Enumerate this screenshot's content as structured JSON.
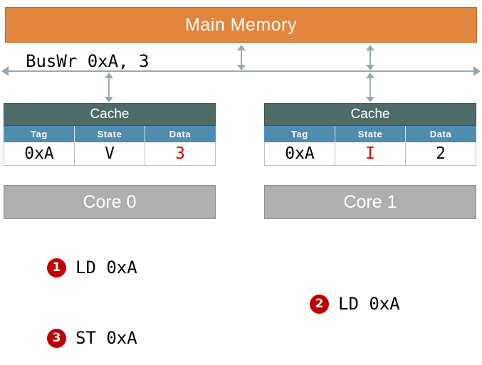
{
  "memory": {
    "label": "Main Memory"
  },
  "bus": {
    "label": "BusWr 0xA, 3"
  },
  "caches": [
    {
      "title": "Cache",
      "headers": [
        "Tag",
        "State",
        "Data"
      ],
      "row": {
        "tag": "0xA",
        "state": "V",
        "data": "3"
      }
    },
    {
      "title": "Cache",
      "headers": [
        "Tag",
        "State",
        "Data"
      ],
      "row": {
        "tag": "0xA",
        "state": "I",
        "data": "2"
      }
    }
  ],
  "cores": [
    {
      "label": "Core 0"
    },
    {
      "label": "Core 1"
    }
  ],
  "steps": [
    {
      "number": "1",
      "text": "LD 0xA"
    },
    {
      "number": "2",
      "text": "LD 0xA"
    },
    {
      "number": "3",
      "text": "ST 0xA"
    }
  ],
  "colors": {
    "memory_fill": "#E2853F",
    "cache_title_fill": "#4F6B68",
    "cache_header_fill": "#4E8CB0",
    "core_fill": "#AFAFAF",
    "highlight_text": "#E00000",
    "badge_fill": "#C00000",
    "bus_line": "#9AA7B3"
  }
}
